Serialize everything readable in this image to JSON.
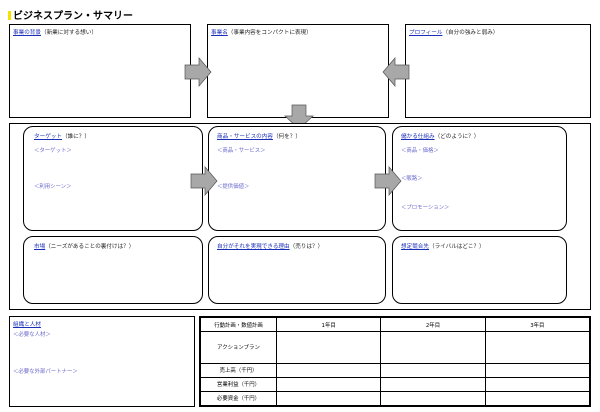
{
  "title": "ビジネスプラン・サマリー",
  "colors": {
    "title_marker": "#f5e100",
    "heading_link": "#1a2fb8",
    "hint_text": "#6a6acd",
    "arrow_fill": "#a8a8a8"
  },
  "top": {
    "background": {
      "heading": "事業の背景",
      "note": "（新業に対する想い）"
    },
    "business_name": {
      "heading": "事業名",
      "note": "（事業内容をコンパクトに表現）"
    },
    "profile": {
      "heading": "プロフィール",
      "note": "（自分の強みと弱み）"
    }
  },
  "middle": {
    "target": {
      "heading": "ターゲット",
      "note": "（誰に？）",
      "hints": [
        "＜ターゲット＞",
        "＜利用シーン＞"
      ]
    },
    "product": {
      "heading": "商品・サービスの内容",
      "note": "（何を？）",
      "hints": [
        "＜商品・サービス＞",
        "＜提供価値＞"
      ]
    },
    "mechanism": {
      "heading": "儲かる仕組み",
      "note": "（どのように？）",
      "hints": [
        "＜商品・価格＞",
        "＜販路＞",
        "＜プロモーション＞"
      ]
    },
    "market": {
      "heading": "市場",
      "note": "（ニーズがあることの裏付けは？）"
    },
    "reason": {
      "heading": "自分がそれを実現できる理由",
      "note": "（売りは？）"
    },
    "competitor": {
      "heading": "想定競合先",
      "note": "（ライバルはどこ？）"
    }
  },
  "organization": {
    "heading": "組織と人材",
    "hints": [
      "＜必要な人材＞",
      "＜必要な外部パートナー＞"
    ]
  },
  "plan_table": {
    "header": [
      "行動計画・数値計画",
      "1年目",
      "2年目",
      "3年目"
    ],
    "rows": [
      "アクションプラン",
      "売上高（千円）",
      "営業利益（千円）",
      "必要資金（千円）"
    ]
  }
}
